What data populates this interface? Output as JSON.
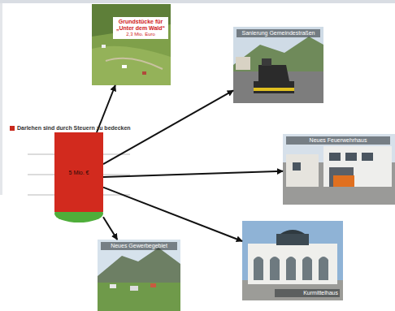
{
  "diagram": {
    "nodes": [
      {
        "text": [
          "5 Mio. €"
        ]
      },
      {
        "text": [
          "Grundstücke für „Unter dem Wald“",
          "2,3 Mio. Euro"
        ]
      },
      {
        "text": [
          "Sanierung Gemeindestraßen"
        ]
      },
      {
        "text": [
          "Neues Feuerwehrhaus"
        ]
      },
      {
        "text": [
          "Kurmittelhaus"
        ]
      },
      {
        "text": [
          "Neues Gewerbegebiet"
        ]
      }
    ],
    "edges": [
      {
        "from": 0,
        "to": 1,
        "arrow": "to"
      },
      {
        "from": 0,
        "to": 2,
        "arrow": "to"
      },
      {
        "from": 0,
        "to": 3,
        "arrow": "to"
      },
      {
        "from": 0,
        "to": 4,
        "arrow": "to"
      },
      {
        "from": 0,
        "to": 5,
        "arrow": "to"
      }
    ],
    "labels": [
      "Darlehen sind durch Steuern zu bedecken"
    ]
  }
}
